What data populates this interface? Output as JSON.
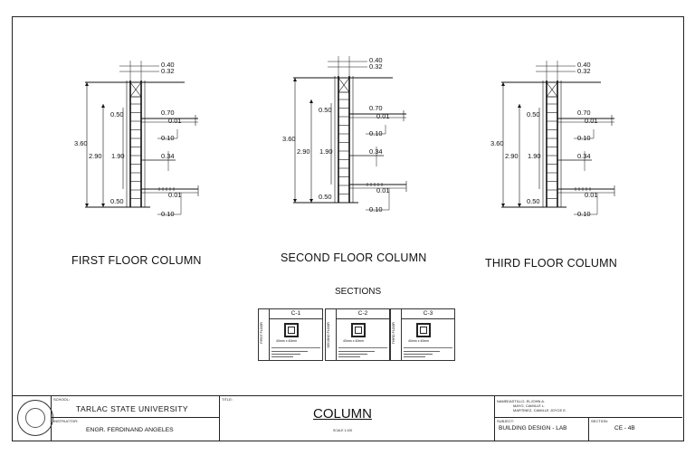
{
  "dimensions": {
    "d040": "0.40",
    "d032": "0.32",
    "d070": "0.70",
    "d050": "0.50",
    "d010": "0.10",
    "d034": "0.34",
    "d360": "3.60",
    "d290": "2.90",
    "d190": "1.90",
    "d001": "0.01"
  },
  "columns": [
    {
      "title": "FIRST FLOOR COLUMN"
    },
    {
      "title": "SECOND FLOOR COLUMN"
    },
    {
      "title": "THIRD FLOOR COLUMN"
    }
  ],
  "sections": {
    "title": "SECTIONS",
    "items": [
      {
        "label": "C-1",
        "floor": "FIRST FLOOR",
        "size": "40mm x 40mm"
      },
      {
        "label": "C-2",
        "floor": "SECOND FLOOR",
        "size": "40mm x 40mm"
      },
      {
        "label": "C-3",
        "floor": "THIRD FLOOR",
        "size": "40mm x 40mm"
      }
    ]
  },
  "title_block": {
    "school_caption": "SCHOOL:",
    "school": "TARLAC STATE UNIVERSITY",
    "instructor_caption": "INSTRUCTOR:",
    "instructor": "ENGR. FERDINAND ANGELES",
    "title_caption": "TITLE:",
    "title": "COLUMN",
    "scale": "SCALE 1:100",
    "name_caption": "NAME:",
    "names": [
      "CASTILLO, ELJOHN A.",
      "MAYO, CAMILLE L.",
      "MARTINEZ, CAMILLE JOYCE E."
    ],
    "subject_caption": "SUBJECT:",
    "subject": "BUILDING DESIGN - LAB",
    "section_caption": "SECTION:",
    "section": "CE - 4B"
  }
}
